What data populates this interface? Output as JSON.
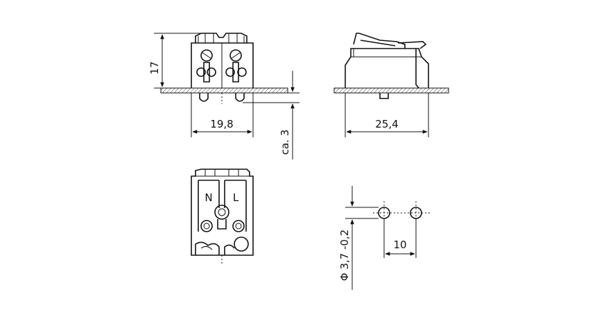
{
  "dimensions": {
    "height": "17",
    "width_front": "19,8",
    "depth_below": "ca. 3",
    "width_side": "25,4",
    "pitch": "10",
    "hole_diameter": "Φ 3,7 -0,2"
  },
  "polarity_labels": {
    "neutral": "N",
    "live": "L"
  }
}
